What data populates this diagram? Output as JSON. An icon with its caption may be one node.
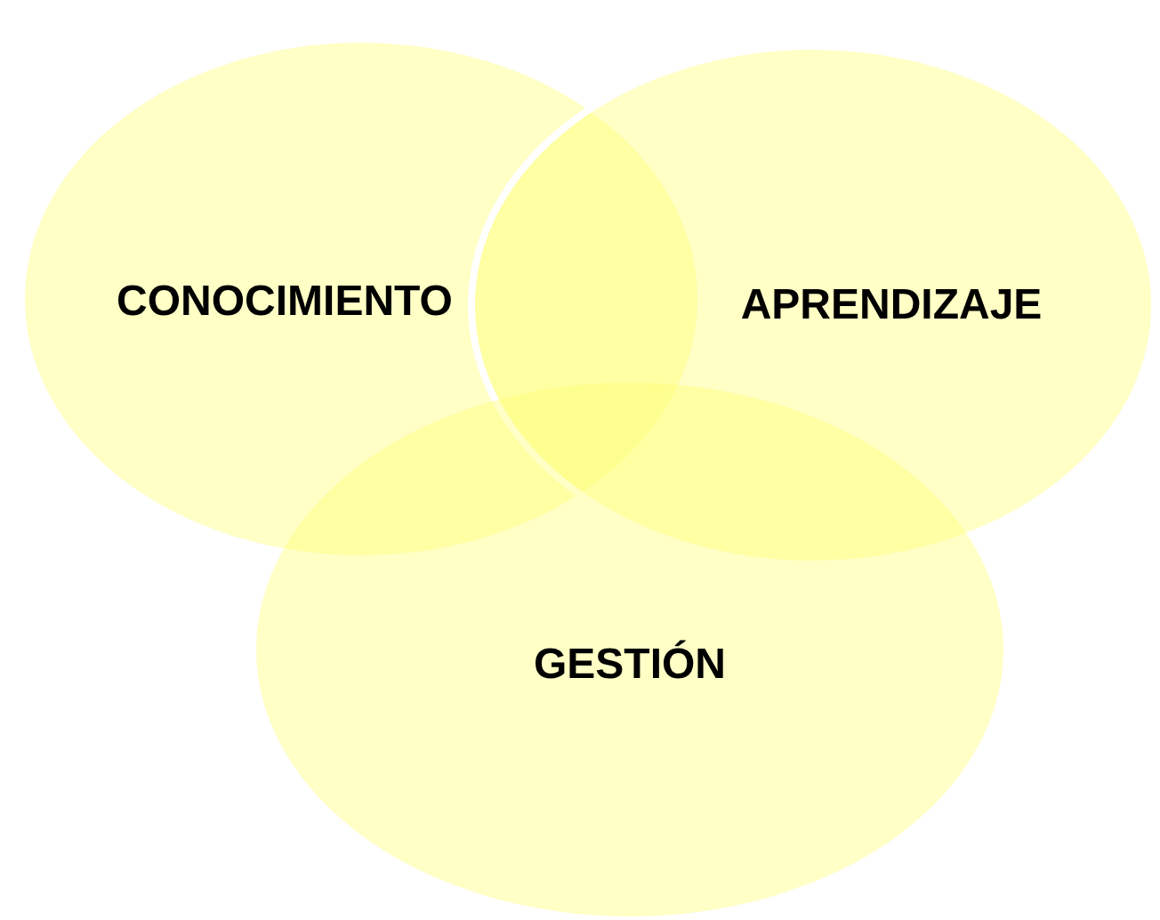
{
  "diagram": {
    "nodes": [
      {
        "text": [
          "CONOCIMIENTO"
        ]
      },
      {
        "text": [
          "APRENDIZAJE"
        ]
      },
      {
        "text": [
          "GESTIÓN"
        ]
      }
    ]
  }
}
